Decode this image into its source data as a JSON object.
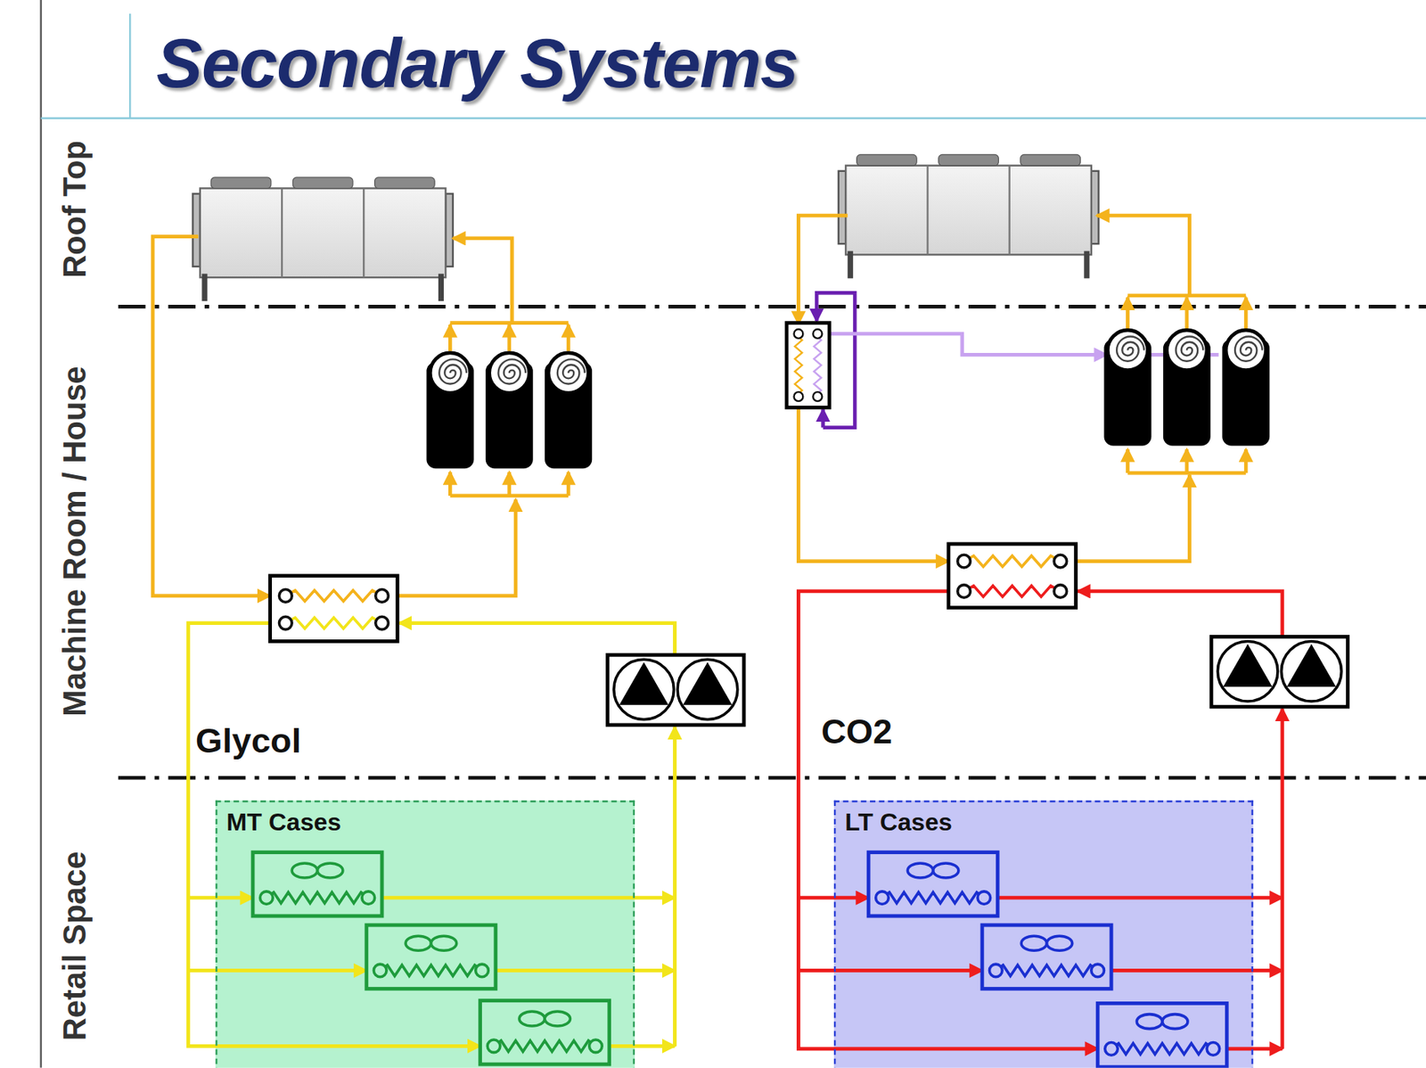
{
  "diagram": {
    "title": "Secondary Systems",
    "nodes": [
      {
        "text": [
          "MT Cases"
        ]
      },
      {
        "text": [
          "LT Cases"
        ]
      }
    ],
    "labels": [
      "Roof Top",
      "Machine Room / House",
      "Retail Space",
      "Glycol",
      "CO2"
    ]
  }
}
